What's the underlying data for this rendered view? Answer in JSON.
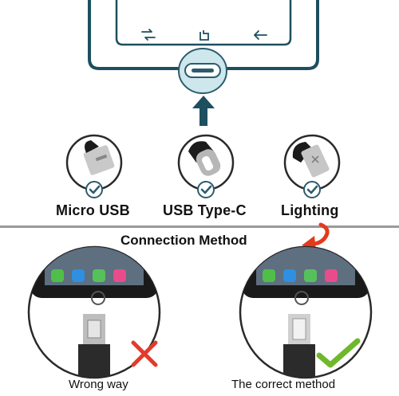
{
  "connector_labels": {
    "micro_usb": "Micro USB",
    "usb_type_c": "USB Type-C",
    "lighting": "Lighting"
  },
  "section_title": "Connection Method",
  "captions": {
    "wrong": "Wrong way",
    "correct": "The correct method"
  },
  "colors": {
    "phone_outline": "#1d4f5e",
    "accent_teal": "#2c5c6e",
    "port_highlight": "#cde7ec",
    "wrong_mark": "#e23b2a",
    "correct_mark": "#6fb82b",
    "curved_arrow": "#e33a1c"
  },
  "icons": {
    "nav_recent": "recent-apps-icon",
    "nav_home": "home-square-icon",
    "nav_back": "back-arrow-icon",
    "up_arrow": "arrow-up-icon",
    "check_badge": "check-badge-icon",
    "wrong_mark": "red-x-icon",
    "correct_mark": "green-check-icon"
  }
}
